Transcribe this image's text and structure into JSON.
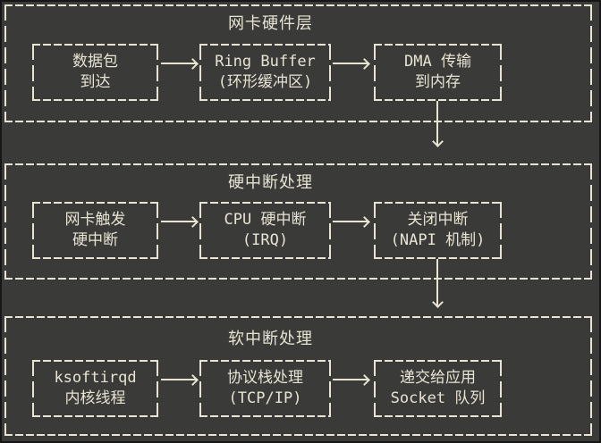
{
  "colors": {
    "background": "#3a3a38",
    "foreground": "#e8e3d2",
    "frame": "#161616"
  },
  "diagram": {
    "topic": "linux-network-packet-receive-flow",
    "sections": [
      {
        "title": "网卡硬件层",
        "boxes": [
          {
            "lines": [
              "数据包",
              "到达"
            ]
          },
          {
            "lines": [
              "Ring Buffer",
              "(环形缓冲区)"
            ]
          },
          {
            "lines": [
              "DMA 传输",
              "到内存"
            ]
          }
        ]
      },
      {
        "title": "硬中断处理",
        "boxes": [
          {
            "lines": [
              "网卡触发",
              "硬中断"
            ]
          },
          {
            "lines": [
              "CPU 硬中断",
              "(IRQ)"
            ]
          },
          {
            "lines": [
              "关闭中断",
              "(NAPI 机制)"
            ]
          }
        ]
      },
      {
        "title": "软中断处理",
        "boxes": [
          {
            "lines": [
              "ksoftirqd",
              "内核线程"
            ]
          },
          {
            "lines": [
              "协议栈处理",
              "(TCP/IP)"
            ]
          },
          {
            "lines": [
              "递交给应用",
              "Socket 队列"
            ]
          }
        ]
      }
    ]
  }
}
